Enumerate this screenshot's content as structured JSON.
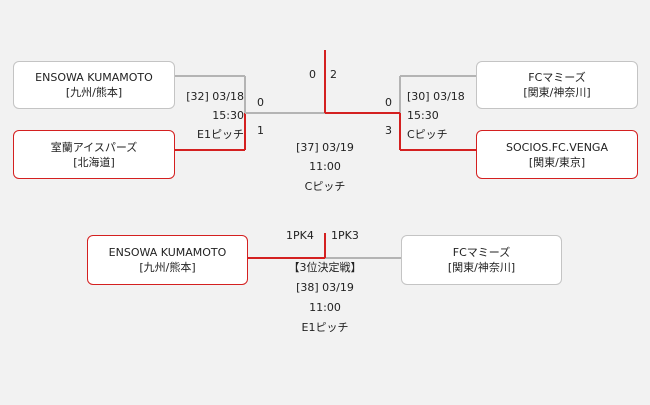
{
  "bracket": {
    "match_30": {
      "team_a": {
        "name": "FCマミーズ",
        "region": "[関東/神奈川]"
      },
      "team_b": {
        "name": "SOCIOS.FC.VENGA",
        "region": "[関東/東京]"
      },
      "info_line1": "[30] 03/18",
      "info_line2": "15:30",
      "info_line3": "Cピッチ",
      "score_a": "0",
      "score_b": "3"
    },
    "match_32": {
      "team_a": {
        "name": "ENSOWA KUMAMOTO",
        "region": "[九州/熊本]"
      },
      "team_b": {
        "name": "室蘭アイスパーズ",
        "region": "[北海道]"
      },
      "info_line1": "[32] 03/18",
      "info_line2": "15:30",
      "info_line3": "E1ピッチ",
      "score_a": "0",
      "score_b": "1"
    },
    "final": {
      "score_left": "0",
      "score_right": "2",
      "info_line1": "[37] 03/19",
      "info_line2": "11:00",
      "info_line3": "Cピッチ"
    },
    "third_place": {
      "team_left": {
        "name": "ENSOWA KUMAMOTO",
        "region": "[九州/熊本]"
      },
      "team_right": {
        "name": "FCマミーズ",
        "region": "[関東/神奈川]"
      },
      "score_left": "1PK4",
      "score_right": "1PK3",
      "title": "【3位決定戦】",
      "info_line1": "[38] 03/19",
      "info_line2": "11:00",
      "info_line3": "E1ピッチ"
    },
    "colors": {
      "winner": "#d42020",
      "loser": "#b4b4b4",
      "background": "#f2f2f2"
    }
  }
}
